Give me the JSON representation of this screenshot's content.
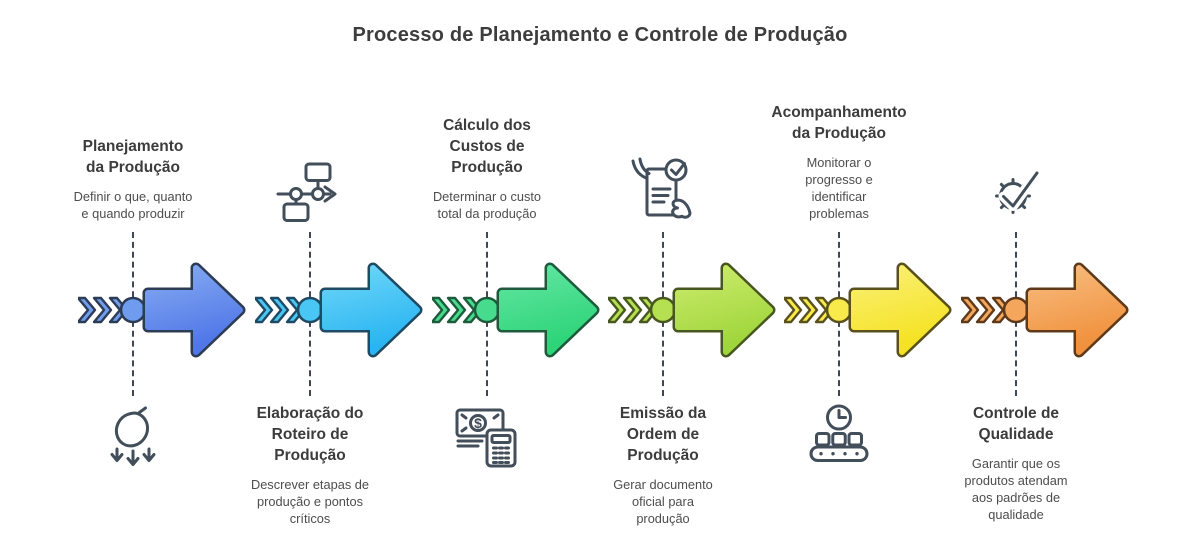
{
  "title": "Processo de Planejamento e Controle de Produção",
  "stages": [
    {
      "heading": "Planejamento\nda Produção",
      "description": "Definir o que, quanto\ne quando produzir",
      "icon": "harvest-distribution-icon",
      "text_position": "top",
      "colors": {
        "fill_top": "#85acf1",
        "fill_bottom": "#5076e8",
        "node": "#6f9cee",
        "outline": "#2d3c55"
      }
    },
    {
      "heading": "Elaboração do\nRoteiro de\nProdução",
      "description": "Descrever etapas de\nprodução e pontos\ncríticos",
      "icon": "workflow-icon",
      "text_position": "bottom",
      "colors": {
        "fill_top": "#6fd7f8",
        "fill_bottom": "#2ab5f2",
        "node": "#4ac6f5",
        "outline": "#1f4a63"
      }
    },
    {
      "heading": "Cálculo dos\nCustos de\nProdução",
      "description": "Determinar o custo\ntotal da produção",
      "icon": "money-calculator-icon",
      "text_position": "top",
      "colors": {
        "fill_top": "#63e6a3",
        "fill_bottom": "#2dd478",
        "node": "#47dc8d",
        "outline": "#1d5b3c"
      }
    },
    {
      "heading": "Emissão da\nOrdem de\nProdução",
      "description": "Gerar documento\noficial para\nprodução",
      "icon": "document-check-icon",
      "text_position": "bottom",
      "colors": {
        "fill_top": "#cdeb6d",
        "fill_bottom": "#9fd63b",
        "node": "#b5e052",
        "outline": "#47571f"
      }
    },
    {
      "heading": "Acompanhamento\nda Produção",
      "description": "Monitorar o\nprogresso e\nidentificar\nproblemas",
      "icon": "clock-conveyor-icon",
      "text_position": "top",
      "colors": {
        "fill_top": "#faf077",
        "fill_bottom": "#f5e222",
        "node": "#f8ea4b",
        "outline": "#59511c"
      }
    },
    {
      "heading": "Controle de\nQualidade",
      "description": "Garantir que os\nprodutos atendam\naos padrões de\nqualidade",
      "icon": "gear-check-icon",
      "text_position": "bottom",
      "colors": {
        "fill_top": "#f8bd80",
        "fill_bottom": "#f0913d",
        "node": "#f4a65c",
        "outline": "#5f3a1a"
      }
    }
  ]
}
